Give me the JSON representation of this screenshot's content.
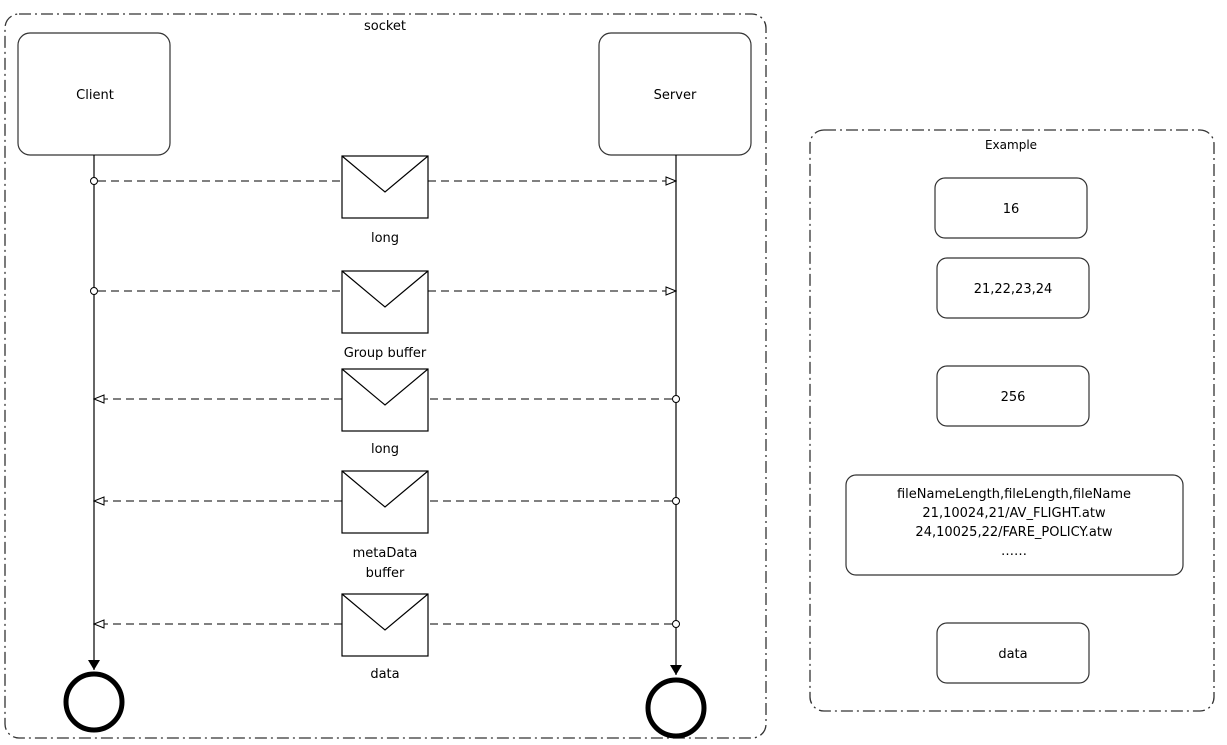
{
  "socket": {
    "title": "socket",
    "client_label": "Client",
    "server_label": "Server",
    "messages": [
      {
        "label": "long",
        "direction": "client-to-server"
      },
      {
        "label": "Group buffer",
        "direction": "client-to-server"
      },
      {
        "label": "long",
        "direction": "server-to-client"
      },
      {
        "label_line1": "metaData",
        "label_line2": "buffer",
        "direction": "server-to-client"
      },
      {
        "label": "data",
        "direction": "server-to-client"
      }
    ]
  },
  "example": {
    "title": "Example",
    "box1": "16",
    "box2": "21,22,23,24",
    "box3": "256",
    "box4": {
      "line1": "fileNameLength,fileLength,fileName",
      "line2": "21,10024,21/AV_FLIGHT.atw",
      "line3": "24,10025,22/FARE_POLICY.atw",
      "line4": "……"
    },
    "box5": "data"
  }
}
